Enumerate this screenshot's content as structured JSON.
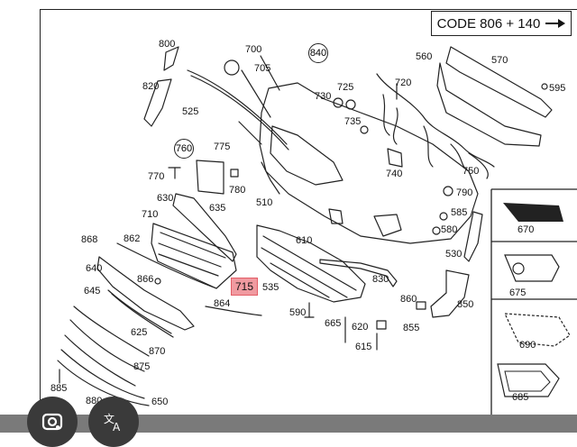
{
  "header": {
    "code_label": "CODE 806 + 140"
  },
  "labels": {
    "p800": "800",
    "p700": "700",
    "p705": "705",
    "p840": "840",
    "p730": "730",
    "p725": "725",
    "p720": "720",
    "p735": "735",
    "p560": "560",
    "p570": "570",
    "p595": "595",
    "p820": "820",
    "p525": "525",
    "p760": "760",
    "p775": "775",
    "p770": "770",
    "p780": "780",
    "p740": "740",
    "p750": "750",
    "p790": "790",
    "p630": "630",
    "p635": "635",
    "p510": "510",
    "p710": "710",
    "p585": "585",
    "p580": "580",
    "p868": "868",
    "p862": "862",
    "p610": "610",
    "p530": "530",
    "p640": "640",
    "p866": "866",
    "p715": "715",
    "p535": "535",
    "p830": "830",
    "p645": "645",
    "p864": "864",
    "p860": "860",
    "p850": "850",
    "p590": "590",
    "p665": "665",
    "p620": "620",
    "p625": "625",
    "p855": "855",
    "p870": "870",
    "p615": "615",
    "p875": "875",
    "p885": "885",
    "p880": "880",
    "p650": "650",
    "p670": "670",
    "p675": "675",
    "p690": "690",
    "p685": "685"
  },
  "highlighted_part": "715",
  "toolbar": {
    "lens_icon": "google-lens-icon",
    "translate_icon": "translate-icon"
  },
  "colors": {
    "highlight_fill": "#f09aa0",
    "line": "#222222",
    "toolbar_bg": "#3a3a3a"
  }
}
